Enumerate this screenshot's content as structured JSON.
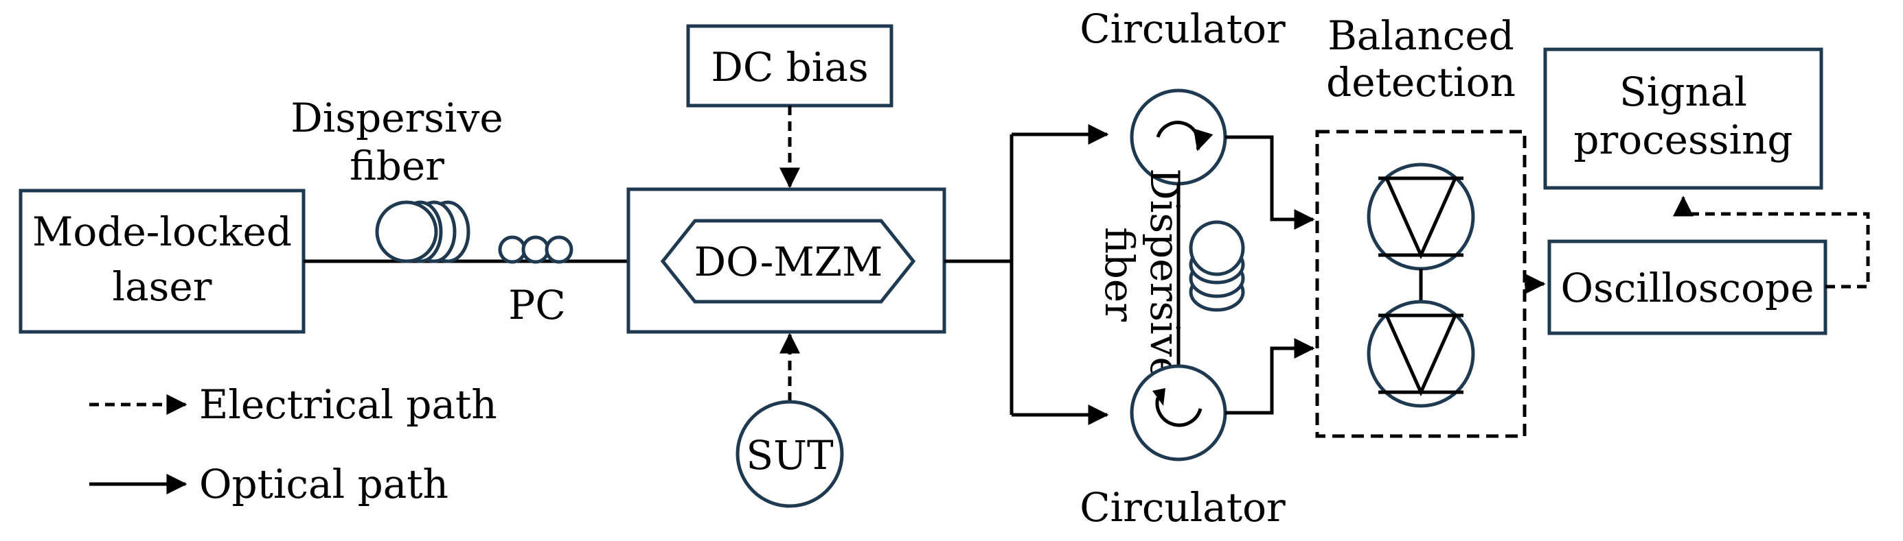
{
  "components": {
    "laser": "Mode-locked laser",
    "dispersive_fiber_1": "Dispersive fiber",
    "pc": "PC",
    "dc_bias": "DC bias",
    "modulator": "DO-MZM",
    "sut": "SUT",
    "circulator_top": "Circulator",
    "circulator_bottom": "Circulator",
    "dispersive_fiber_2": "Dispersive fiber",
    "balanced_detection": "Balanced detection",
    "signal_processing": "Signal processing",
    "oscilloscope": "Oscilloscope"
  },
  "legend": {
    "electrical": "Electrical path",
    "optical": "Optical path"
  }
}
